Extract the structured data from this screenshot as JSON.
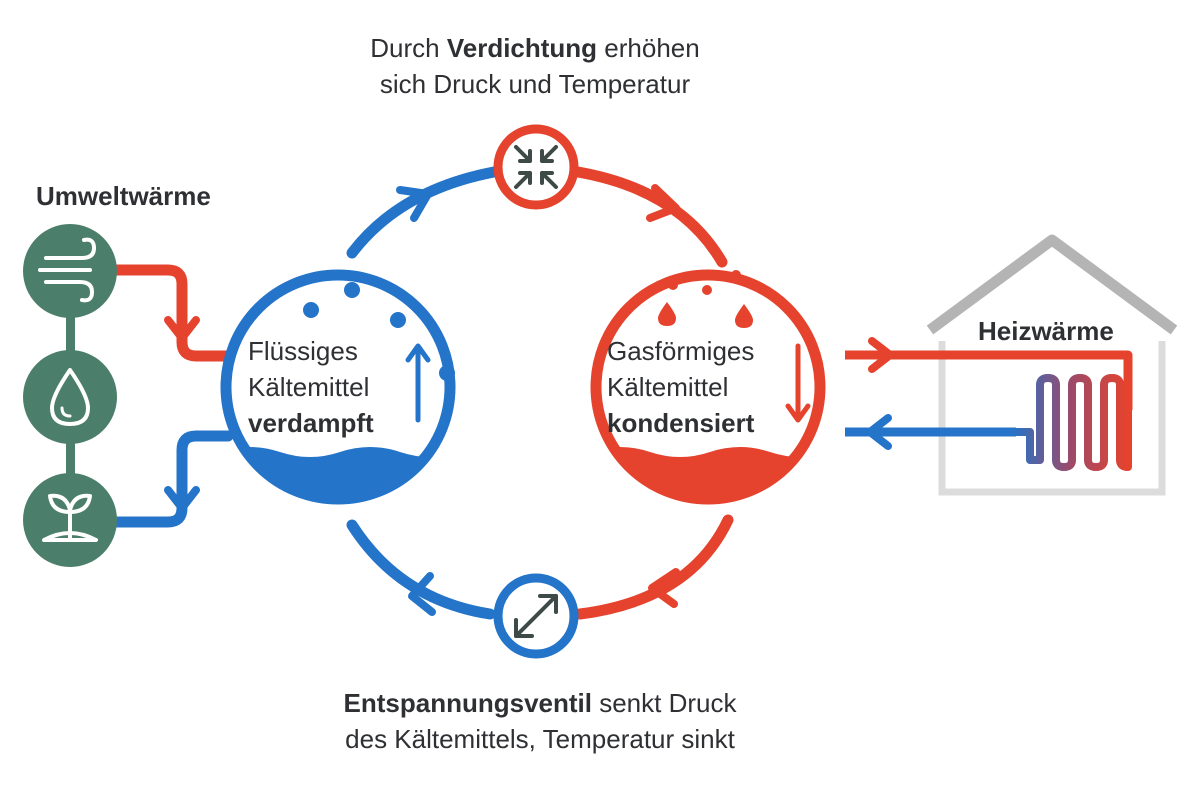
{
  "top_caption": {
    "line1_pre": "Durch ",
    "line1_bold": "Verdichtung",
    "line1_post": " erhöhen",
    "line2": "sich Druck und Temperatur"
  },
  "bottom_caption": {
    "line1_bold": "Entspannungsventil",
    "line1_post": " senkt Druck",
    "line2": "des Kältemittels, Temperatur sinkt"
  },
  "left_title": "Umweltwärme",
  "house_title": "Heizwärme",
  "evaporator": {
    "line1": "Flüssiges",
    "line2": "Kältemittel",
    "line3": "verdampft"
  },
  "condenser": {
    "line1": "Gasförmiges",
    "line2": "Kältemittel",
    "line3": "kondensiert"
  },
  "sources": [
    "wind-icon",
    "water-drop-icon",
    "plant-sprout-icon"
  ],
  "components": {
    "compressor_icon": "compress-arrows-icon",
    "valve_icon": "expand-arrow-icon"
  },
  "colors": {
    "cold": "#2474c9",
    "hot": "#e5432d",
    "source_green": "#4c7f6b",
    "house_gray": "#b4b4b4",
    "text": "#2f3033"
  }
}
